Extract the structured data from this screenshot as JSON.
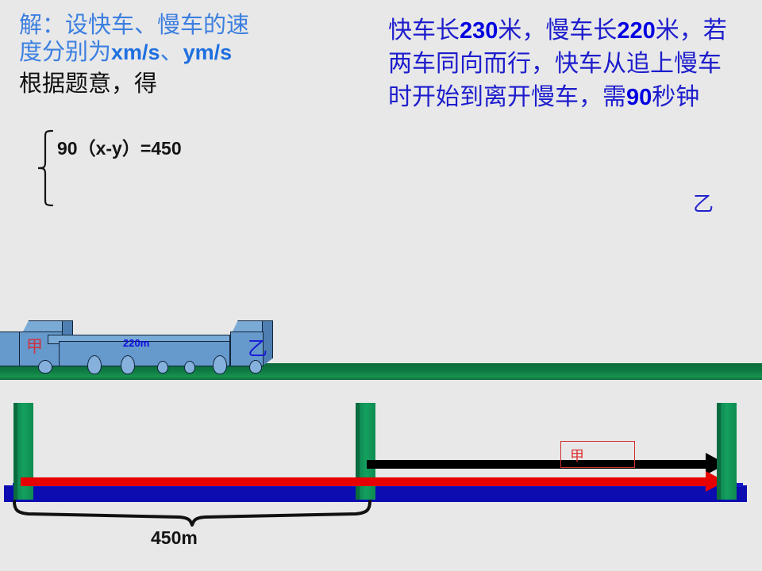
{
  "page": {
    "background_color": "#e8e8e8"
  },
  "solution": {
    "line1": "解：设快车、慢车的速",
    "line2_prefix": "度分别为",
    "line2_x": "xm/s",
    "line2_mid": "、",
    "line2_y": "ym/s",
    "line3": "根据题意，得",
    "equation": "90（x-y）=450",
    "brace_icon": "left-curly-brace"
  },
  "problem": {
    "seg1": "快车长",
    "val_fast_length": "230",
    "seg2": "米，慢车长",
    "val_slow_length": "220",
    "seg3": "米，若两车同向而行，快车从追上慢车时开始到离开慢车，需",
    "val_time": "90",
    "seg4": "秒钟",
    "corner_label": "乙"
  },
  "train_figure": {
    "engine_label": "甲",
    "rear_label": "乙",
    "length_label": "220m",
    "ground_color": "#0e7a42",
    "body_color": "#6699cc"
  },
  "track_figure": {
    "distance_label": "450m",
    "moving_train_label": "甲",
    "brace_icon": "bottom-curly-brace",
    "black_arrow_icon": "right-arrow-icon",
    "red_arrow_icon": "right-arrow-icon",
    "pole_color": "#14a05f",
    "platform_color": "#0c0cb0",
    "black_arrow_color": "#000000",
    "red_arrow_color": "#e60000"
  }
}
